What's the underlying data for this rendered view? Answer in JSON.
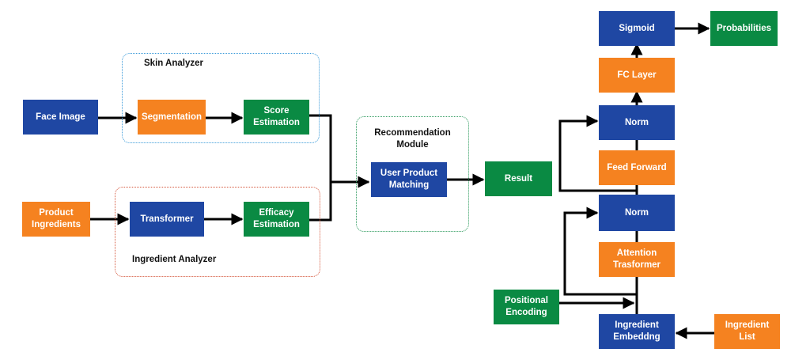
{
  "colors": {
    "blue": "#1f47a3",
    "green": "#0a8a43",
    "orange": "#f58220",
    "skin_group_border": "#3a9ad9",
    "ingredient_group_border": "#d4553a",
    "recommendation_group_border": "#2e9a5e",
    "arrow": "#000000"
  },
  "groups": {
    "skin_analyzer": "Skin Analyzer",
    "ingredient_analyzer": "Ingredient Analyzer",
    "recommendation_module": "Recommendation\nModule"
  },
  "nodes": {
    "face_image": "Face Image",
    "segmentation": "Segmentation",
    "score_estimation": "Score\nEstimation",
    "product_ingredients": "Product\nIngredients",
    "transformer": "Transformer",
    "efficacy_estimation": "Efficacy\nEstimation",
    "user_product_matching": "User Product\nMatching",
    "result": "Result",
    "sigmoid": "Sigmoid",
    "probabilities": "Probabilities",
    "fc_layer": "FC Layer",
    "norm_top": "Norm",
    "feed_forward": "Feed Forward",
    "norm_bottom": "Norm",
    "attention_transformer": "Attention\nTrasformer",
    "positional_encoding": "Positional\nEncoding",
    "ingredient_embedding": "Ingredient\nEmbeddng",
    "ingredient_list": "Ingredient\nList"
  }
}
